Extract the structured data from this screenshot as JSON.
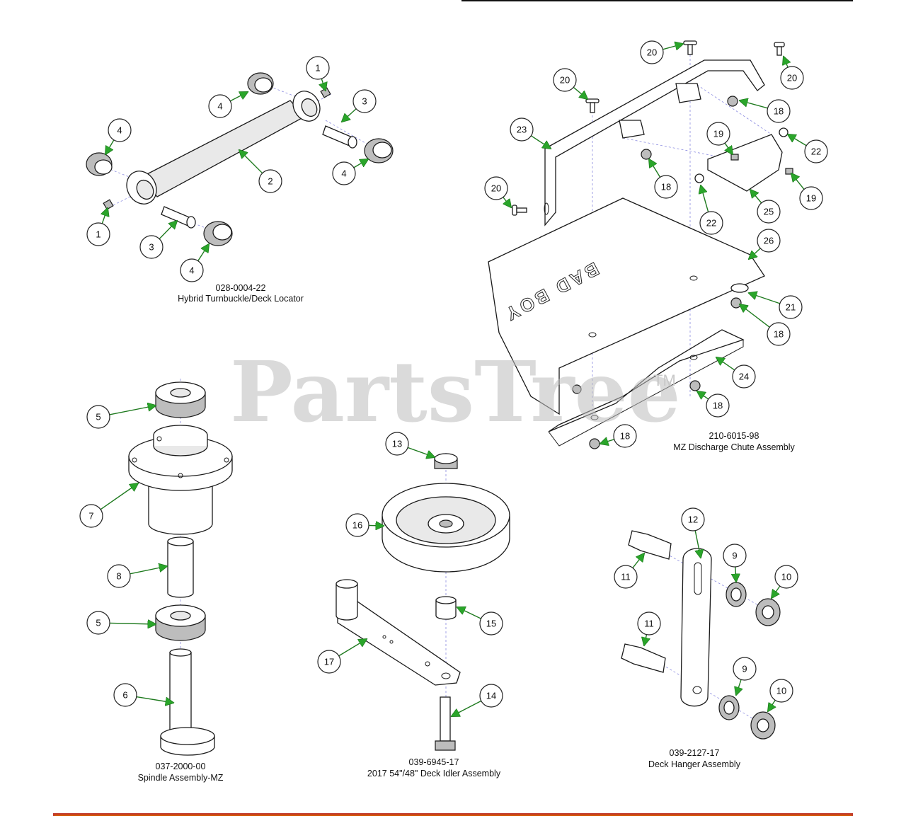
{
  "watermark": {
    "text": "PartsTree",
    "tm": "TM"
  },
  "brand_mark": "BAD BOY",
  "assemblies": [
    {
      "id": "turnbuckle",
      "part_number": "028-0004-22",
      "name": "Hybrid Turnbuckle/Deck Locator"
    },
    {
      "id": "chute",
      "part_number": "210-6015-98",
      "name": "MZ Discharge Chute Assembly"
    },
    {
      "id": "spindle",
      "part_number": "037-2000-00",
      "name": "Spindle Assembly-MZ"
    },
    {
      "id": "idler",
      "part_number": "039-6945-17",
      "name": "2017 54\"/48\" Deck Idler Assembly"
    },
    {
      "id": "hanger",
      "part_number": "039-2127-17",
      "name": "Deck Hanger Assembly"
    }
  ],
  "callouts": [
    "1",
    "1",
    "2",
    "3",
    "3",
    "4",
    "4",
    "4",
    "4",
    "5",
    "5",
    "6",
    "7",
    "8",
    "9",
    "9",
    "10",
    "10",
    "11",
    "11",
    "12",
    "13",
    "14",
    "15",
    "16",
    "17",
    "18",
    "18",
    "18",
    "18",
    "18",
    "19",
    "19",
    "20",
    "20",
    "20",
    "20",
    "21",
    "22",
    "22",
    "23",
    "24",
    "25",
    "26"
  ],
  "colors": {
    "leader": "#1e7a1e",
    "arrow": "#2aa52a",
    "footer_border": "#c0392b",
    "footer_fill": "#d35400"
  }
}
